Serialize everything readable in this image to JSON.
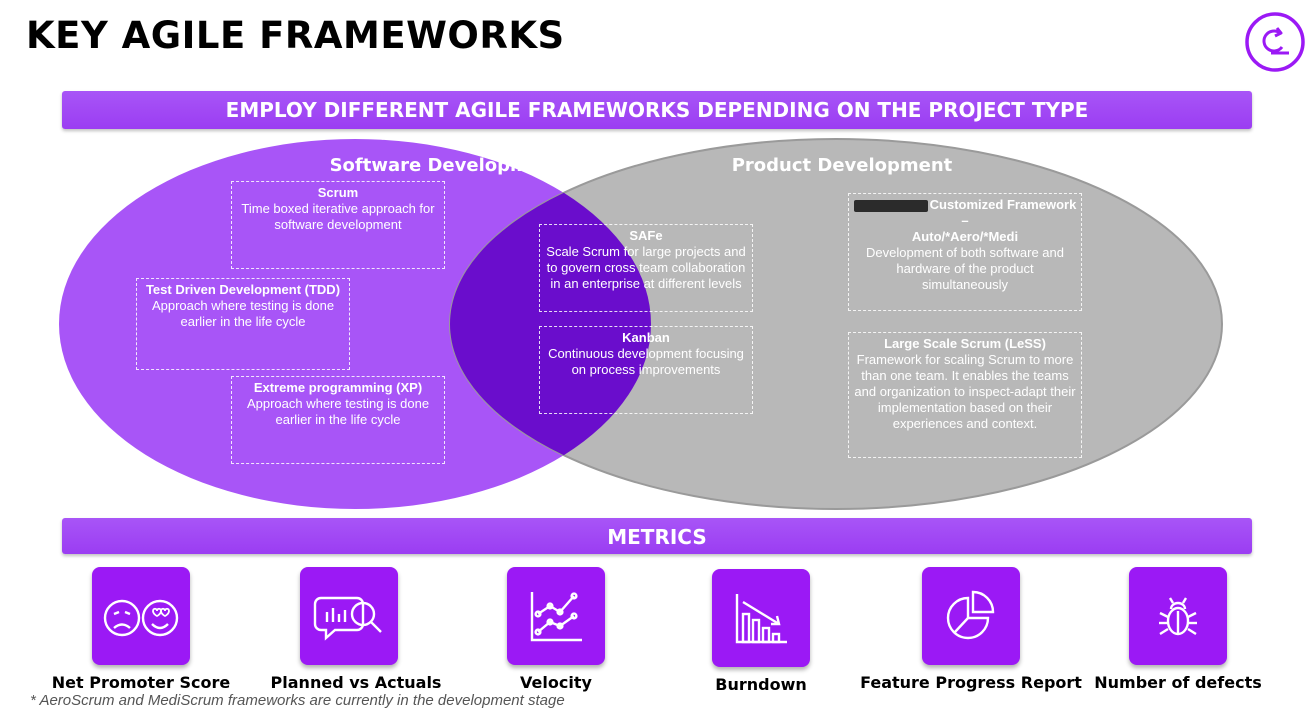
{
  "title": "KEY AGILE FRAMEWORKS",
  "banner_top": "EMPLOY DIFFERENT AGILE FRAMEWORKS DEPENDING ON THE PROJECT TYPE",
  "colors": {
    "purple": "#a855f7",
    "deep_purple": "#6a0dcc",
    "grey": "#b5b5b5",
    "tile": "#9b19f5"
  },
  "software": {
    "title": "Software Development",
    "scrum": {
      "title": "Scrum",
      "desc": "Time boxed iterative approach for software development"
    },
    "tdd": {
      "title": "Test Driven Development (TDD)",
      "desc": "Approach where testing is done earlier in the life cycle"
    },
    "xp": {
      "title": "Extreme programming (XP)",
      "desc": "Approach where testing is done earlier in the life cycle"
    }
  },
  "overlap": {
    "safe": {
      "title": "SAFe",
      "desc": "Scale Scrum for large projects and to govern cross team collaboration in an enterprise at different levels"
    },
    "kanban": {
      "title": "Kanban",
      "desc": "Continuous development focusing on process improvements"
    }
  },
  "product": {
    "title": "Product Development",
    "custom": {
      "title_a": "Customized Framework –",
      "title_b": "Auto/*Aero/*Medi",
      "desc": "Development of both software and hardware of the product simultaneously"
    },
    "less": {
      "title": "Large Scale Scrum (LeSS)",
      "desc": "Framework for scaling Scrum to more than one team. It enables the teams and organization to inspect-adapt their implementation based on their experiences and context."
    }
  },
  "banner_metrics": "METRICS",
  "metrics": [
    {
      "label": "Net Promoter Score",
      "icon": "smiley-faces-icon"
    },
    {
      "label": "Planned vs Actuals",
      "icon": "chat-chart-magnifier-icon"
    },
    {
      "label": "Velocity",
      "icon": "line-chart-icon"
    },
    {
      "label": "Burndown",
      "icon": "burndown-chart-icon"
    },
    {
      "label": "Feature Progress Report",
      "icon": "pie-chart-icon"
    },
    {
      "label": "Number of defects",
      "icon": "bug-icon"
    }
  ],
  "footnote": "* AeroScrum and MediScrum frameworks are currently in the development stage"
}
